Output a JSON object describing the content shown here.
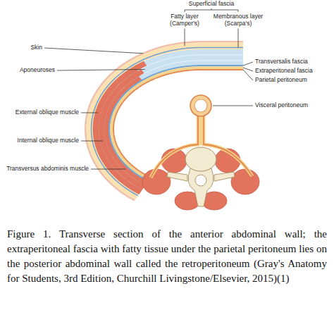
{
  "diagram": {
    "caption": "Figure 1. Transverse section of the anterior abdominal wall; the extraperitoneal fascia with fatty tissue under the parietal peritoneum lies on the posterior abdominal wall called the retroperitoneum (Gray's Anatomy for Students, 3rd Edition, Churchill Livingstone/Elsevier, 2015)(1)",
    "labels": [
      "Superficial fascia",
      "Fatty layer (Camper's)",
      "Membranous layer (Scarpa's)",
      "Skin",
      "Aponeuroses",
      "Transversalis fascia",
      "Extraperitoneal fascia",
      "Parietal peritoneum",
      "Visceral peritoneum",
      "External oblique muscle",
      "Internal oblique muscle",
      "Transversus abdominis muscle"
    ]
  }
}
